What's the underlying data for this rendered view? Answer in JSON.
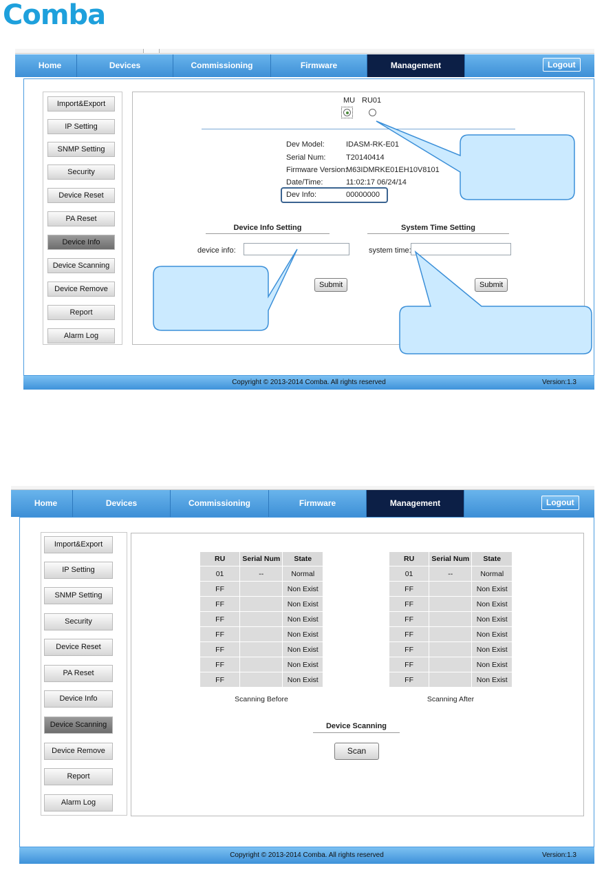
{
  "brand": {
    "logo_text": "Comba"
  },
  "nav": {
    "items": [
      "Home",
      "Devices",
      "Commissioning",
      "Firmware",
      "Management"
    ],
    "active": "Management",
    "logout_label": "Logout"
  },
  "sidebar": {
    "items": [
      "Import&Export",
      "IP Setting",
      "SNMP Setting",
      "Security",
      "Device Reset",
      "PA Reset",
      "Device Info",
      "Device Scanning",
      "Device Remove",
      "Report",
      "Alarm Log"
    ]
  },
  "footer": {
    "copyright": "Copyright © 2013-2014 Comba. All rights reserved",
    "version": "Version:1.3"
  },
  "screen1": {
    "selected_menu": "Device Info",
    "radios": {
      "mu_label": "MU",
      "ru_label": "RU01",
      "selected": "MU"
    },
    "info": {
      "dev_model_label": "Dev Model:",
      "dev_model_value": "IDASM-RK-E01",
      "serial_label": "Serial Num:",
      "serial_value": "T20140414",
      "firmware_label": "Firmware Version:",
      "firmware_value": "M63IDMRKE01EH10V8101",
      "datetime_label": "Date/Time:",
      "datetime_value": "11:02:17 06/24/14",
      "devinfo_label": "Dev Info:",
      "devinfo_value": "00000000"
    },
    "device_info_setting": {
      "heading": "Device Info Setting",
      "field_label": "device info:",
      "field_value": "",
      "submit_label": "Submit"
    },
    "system_time_setting": {
      "heading": "System Time Setting",
      "field_label": "system time:",
      "field_value": "",
      "submit_label": "Submit"
    }
  },
  "screen2": {
    "selected_menu": "Device Scanning",
    "table_headers": [
      "RU",
      "Serial Num",
      "State"
    ],
    "before": {
      "caption": "Scanning Before",
      "rows": [
        [
          "01",
          "--",
          "Normal"
        ],
        [
          "FF",
          "",
          "Non Exist"
        ],
        [
          "FF",
          "",
          "Non Exist"
        ],
        [
          "FF",
          "",
          "Non Exist"
        ],
        [
          "FF",
          "",
          "Non Exist"
        ],
        [
          "FF",
          "",
          "Non Exist"
        ],
        [
          "FF",
          "",
          "Non Exist"
        ],
        [
          "FF",
          "",
          "Non Exist"
        ]
      ]
    },
    "after": {
      "caption": "Scanning After",
      "rows": [
        [
          "01",
          "--",
          "Normal"
        ],
        [
          "FF",
          "",
          "Non Exist"
        ],
        [
          "FF",
          "",
          "Non Exist"
        ],
        [
          "FF",
          "",
          "Non Exist"
        ],
        [
          "FF",
          "",
          "Non Exist"
        ],
        [
          "FF",
          "",
          "Non Exist"
        ],
        [
          "FF",
          "",
          "Non Exist"
        ],
        [
          "FF",
          "",
          "Non Exist"
        ]
      ]
    },
    "scanning": {
      "heading": "Device Scanning",
      "scan_label": "Scan"
    }
  },
  "colors": {
    "logo": "#1ea0dc",
    "nav_bar": "#4a9be0",
    "nav_active": "#0c1f46",
    "callout_fill": "#cbeaff",
    "callout_border": "#3b8fd8"
  }
}
